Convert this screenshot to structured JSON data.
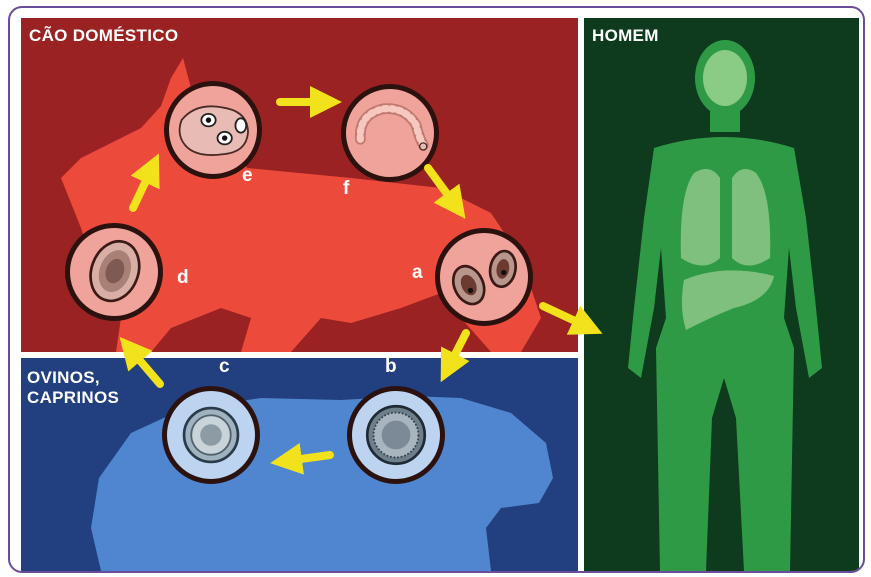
{
  "panels": {
    "dog": {
      "title": "CÃO DOMÉSTICO"
    },
    "sheep": {
      "title": "OVINOS,\nCAPRINOS"
    },
    "human": {
      "title": "HOMEM"
    }
  },
  "stages": {
    "a": "a",
    "b": "b",
    "c": "c",
    "d": "d",
    "e": "e",
    "f": "f"
  },
  "colors": {
    "dog_panel": "#9b2222",
    "dog_silhouette": "#ec4a3a",
    "sheep_panel": "#223f7f",
    "sheep_silhouette": "#4f86cf",
    "human_panel": "#0e3b1e",
    "human_silhouette": "#2f9a45",
    "organs": "#7fc07f",
    "arrow": "#f2e21c",
    "frame": "#6b4c9a"
  }
}
